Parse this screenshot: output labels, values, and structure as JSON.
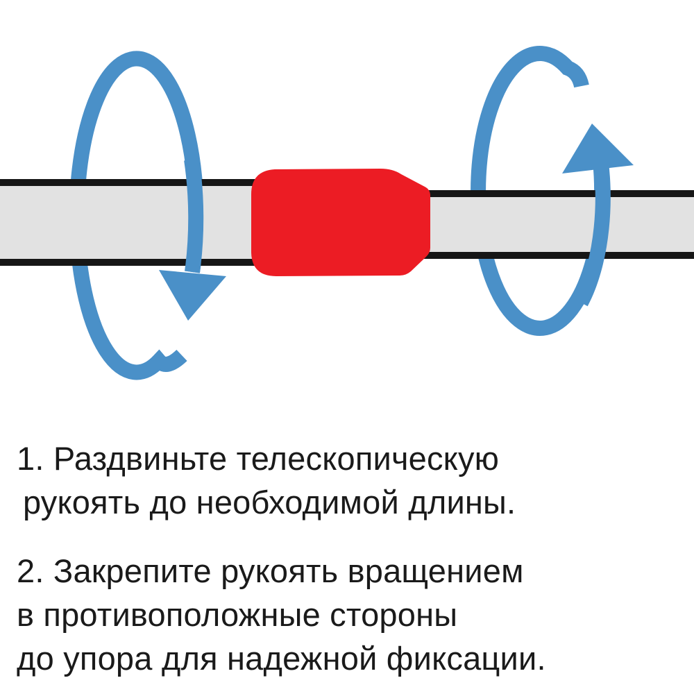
{
  "colors": {
    "arrow_blue": "#4a90c8",
    "grip_red": "#ec1c24",
    "tube_gray": "#e2e2e2",
    "tube_outline": "#161616",
    "text": "#1a1a1a",
    "background": "#ffffff"
  },
  "instructions": {
    "step1_lines": [
      "1. Раздвиньте телескопическую",
      "рукоять до необходимой длины."
    ],
    "step2_lines": [
      "2. Закрепите рукоять вращением",
      "в противоположные стороны",
      "до упора для надежной фиксации."
    ]
  }
}
